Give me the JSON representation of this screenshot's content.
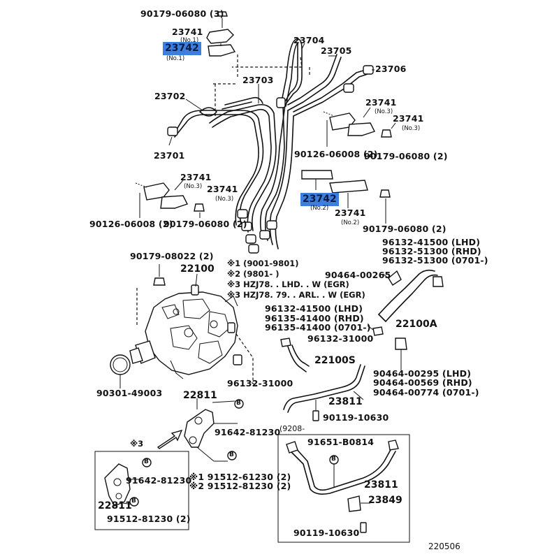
{
  "labels": {
    "l_90179_06080_3": "90179-06080 (3)",
    "l_23741_top": "23741",
    "l_no1_a": "(No.1)",
    "l_23742_top": "23742",
    "l_no1_b": "(No.1)",
    "l_23704": "23704",
    "l_23705": "23705",
    "l_23706": "23706",
    "l_23703": "23703",
    "l_23702": "23702",
    "l_23701": "23701",
    "l_23741_r": "23741",
    "l_no3_r": "(No.3)",
    "l_23741_r2": "23741",
    "l_no3_r2": "(No.3)",
    "l_90126_r": "90126-06008 (2)",
    "l_90179_r": "90179-06080 (2)",
    "l_23741_l": "23741",
    "l_no3_l": "(No.3)",
    "l_23741_l2": "23741",
    "l_no3_l2": "(No.3)",
    "l_90126_l": "90126-06008 (2)",
    "l_90179_l": "90179-06080 (2)",
    "l_23742_mid": "23742",
    "l_no2_a": "(No.2)",
    "l_23741_mid": "23741",
    "l_no2_b": "(No.2)",
    "l_90179_mid": "90179-06080 (2)",
    "l_90179_08022": "90179-08022 (2)",
    "l_22100": "22100",
    "l_note1": "※1 (9001-9801)",
    "l_note2": "※2 (9801-         )",
    "l_note3a": "※3 HZJ78. . LHD. . W (EGR)",
    "l_note3b": "※3 HZJ78. 79. . ARL. . W (EGR)",
    "l_96132_41500_lhd": "96132-41500 (LHD)",
    "l_96132_51300_rhd": "96132-51300 (RHD)",
    "l_96132_51300_0701": "96132-51300 (0701-)",
    "l_90464_00265": "90464-00265",
    "l_96132_41500_b": "96132-41500 (LHD)",
    "l_96135_41400_rhd": "96135-41400 (RHD)",
    "l_96135_41400_0701": "96135-41400 (0701-)",
    "l_22100a": "22100A",
    "l_96132_31000_a": "96132-31000",
    "l_22100s": "22100S",
    "l_90301_49003": "90301-49003",
    "l_96132_31000_b": "96132-31000",
    "l_90464_00295": "90464-00295 (LHD)",
    "l_90464_00569": "90464-00569 (RHD)",
    "l_90464_00774": "90464-00774 (0701-)",
    "l_22811_a": "22811",
    "l_23811_a": "23811",
    "l_90119_10630_a": "90119-10630",
    "l_9208": "(9208-",
    "l_91642_81230_a": "91642-81230",
    "l_91651_b0814": "91651-B0814",
    "l_note3_c": "※3",
    "l_91512_61230": "※1 91512-61230 (2)",
    "l_91512_81230_a": "※2 91512-81230 (2)",
    "l_91642_81230_b": "91642-81230",
    "l_22811_b": "22811",
    "l_91512_81230_b": "91512-81230 (2)",
    "l_23811_b": "23811",
    "l_23849": "23849",
    "l_90119_10630_b": "90119-10630",
    "l_220506": "220506"
  },
  "highlight_color": "#3b7fe0",
  "markers": {
    "b": "B"
  }
}
